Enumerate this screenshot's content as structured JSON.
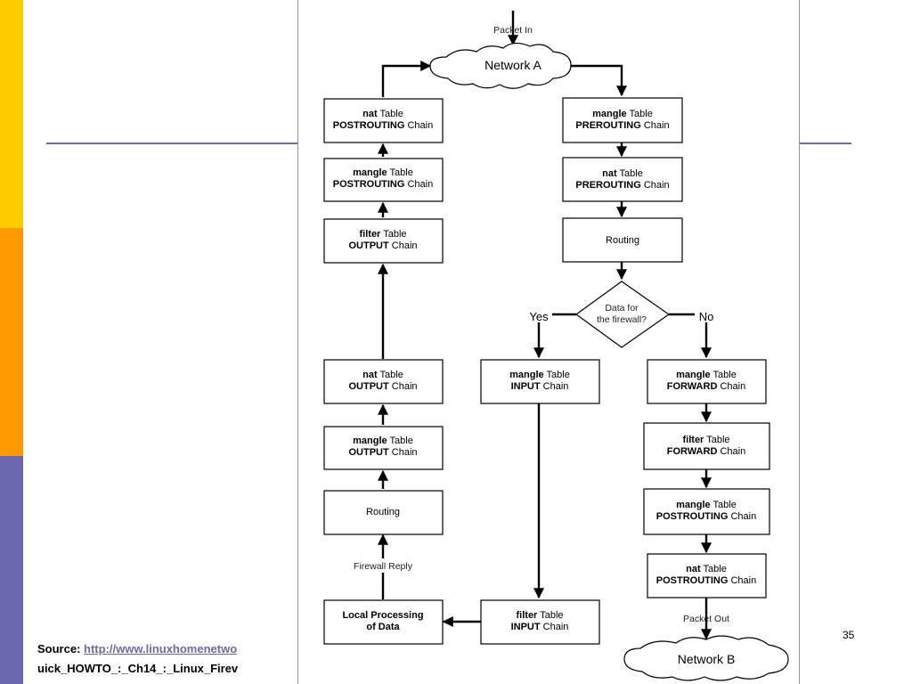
{
  "slide": {
    "source_label": "Source:",
    "source_url_visible": "http://www.linuxhomenetwo",
    "source_line2": "uick_HOWTO_:_Ch14_:_Linux_Firev",
    "page_number": "35"
  },
  "diagram": {
    "packet_in": "Packet In",
    "network_a": "Network A",
    "network_b": "Network B",
    "packet_out": "Packet Out",
    "firewall_reply": "Firewall Reply",
    "decision": {
      "line1": "Data for",
      "line2": "the firewall?",
      "yes": "Yes",
      "no": "No"
    },
    "routing": "Routing",
    "local_processing": {
      "line1": "Local Processing",
      "line2": "of Data"
    },
    "words": {
      "table": "Table",
      "chain": "Chain"
    },
    "tables": {
      "nat": "nat",
      "mangle": "mangle",
      "filter": "filter"
    },
    "chains": {
      "prerouting": "PREROUTING",
      "postrouting": "POSTROUTING",
      "input": "INPUT",
      "output": "OUTPUT",
      "forward": "FORWARD"
    }
  }
}
